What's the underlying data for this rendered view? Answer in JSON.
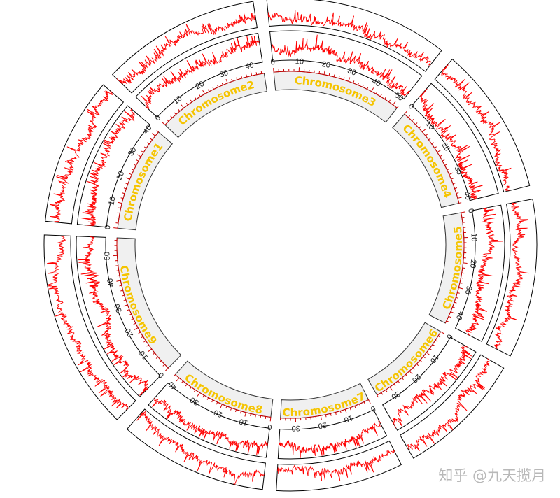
{
  "chart_data": {
    "type": "circos",
    "sectors": [
      {
        "name": "Chromosome1",
        "length": 42,
        "ticks": [
          0,
          10,
          20,
          30,
          40
        ]
      },
      {
        "name": "Chromosome2",
        "length": 45,
        "ticks": [
          0,
          10,
          20,
          30,
          40
        ]
      },
      {
        "name": "Chromosome3",
        "length": 52,
        "ticks": [
          0,
          10,
          20,
          30,
          40,
          50
        ]
      },
      {
        "name": "Chromosome4",
        "length": 42,
        "ticks": [
          0,
          10,
          20,
          30,
          40
        ]
      },
      {
        "name": "Chromosome5",
        "length": 45,
        "ticks": [
          0,
          10,
          20,
          30,
          40
        ]
      },
      {
        "name": "Chromosome6",
        "length": 36,
        "ticks": [
          0,
          10,
          20,
          30
        ]
      },
      {
        "name": "Chromosome7",
        "length": 36,
        "ticks": [
          0,
          10,
          20,
          30
        ]
      },
      {
        "name": "Chromosome8",
        "length": 42,
        "ticks": [
          0,
          10,
          20,
          30,
          40
        ]
      },
      {
        "name": "Chromosome9",
        "length": 57,
        "ticks": [
          0,
          10,
          20,
          30,
          40,
          50
        ]
      }
    ],
    "tracks": [
      {
        "kind": "line",
        "color": "#ff0000",
        "position": "inner"
      },
      {
        "kind": "line",
        "color": "#ff0000",
        "position": "outer"
      }
    ],
    "label_color": "#f5c400",
    "label_band_color": "#f0f0f0"
  },
  "watermark": "知乎 @九天揽月"
}
